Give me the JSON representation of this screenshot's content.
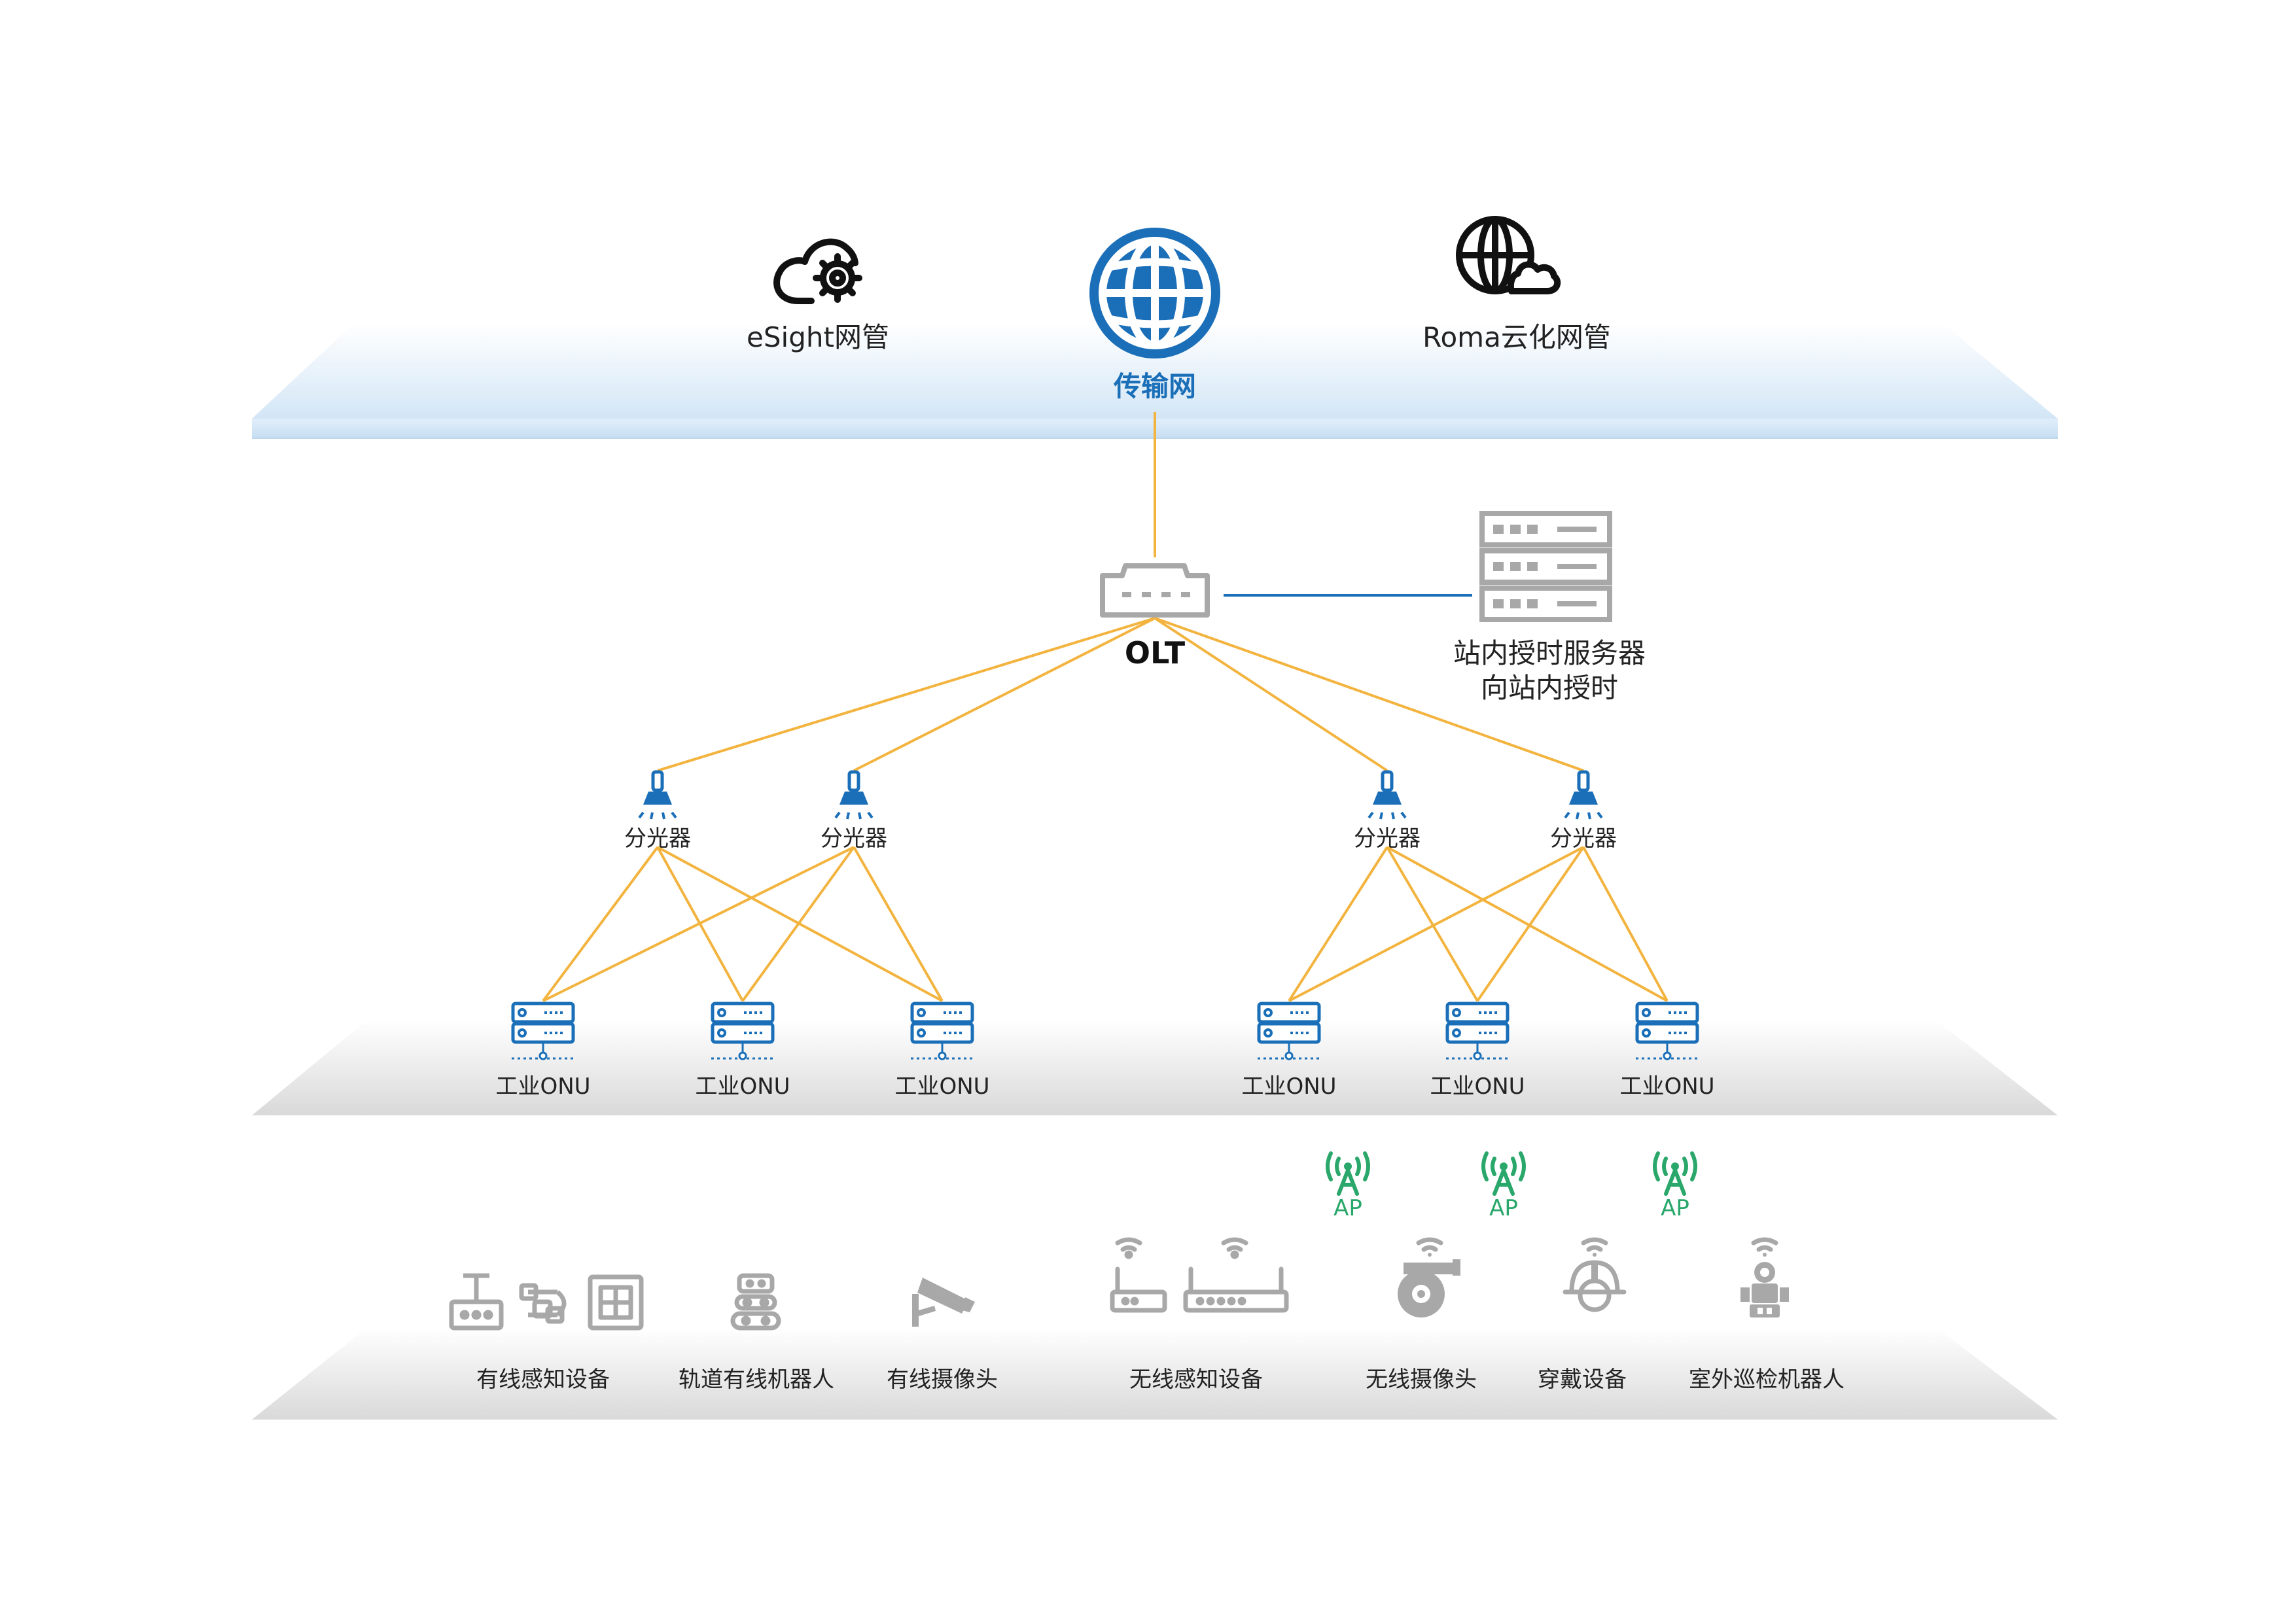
{
  "colors": {
    "link": "#f3b43f",
    "net_blue": "#1a6fb8",
    "device_gray": "#a8a8a8",
    "ap_green": "#2aa76a",
    "server_line": "#1a6fb8"
  },
  "top": {
    "esight_label": "eSight网管",
    "network_label": "传输网",
    "roma_label": "Roma云化网管",
    "esight_icon": "cloud-gear-icon",
    "network_icon": "globe-icon",
    "roma_icon": "globe-cloud-icon"
  },
  "olt": {
    "label": "OLT",
    "icon": "olt-switch-icon"
  },
  "server": {
    "label_line1": "站内授时服务器",
    "label_line2": "向站内授时",
    "icon": "server-rack-icon"
  },
  "splitters": [
    {
      "label": "分光器"
    },
    {
      "label": "分光器"
    },
    {
      "label": "分光器"
    },
    {
      "label": "分光器"
    }
  ],
  "onus": [
    {
      "label": "工业ONU"
    },
    {
      "label": "工业ONU"
    },
    {
      "label": "工业ONU"
    },
    {
      "label": "工业ONU"
    },
    {
      "label": "工业ONU"
    },
    {
      "label": "工业ONU"
    }
  ],
  "aps": [
    {
      "label": "AP"
    },
    {
      "label": "AP"
    },
    {
      "label": "AP"
    }
  ],
  "devices": [
    {
      "label": "有线感知设备",
      "icon": "wired-sensor-icons"
    },
    {
      "label": "轨道有线机器人",
      "icon": "rail-robot-icon"
    },
    {
      "label": "有线摄像头",
      "icon": "wired-camera-icon"
    },
    {
      "label": "无线感知设备",
      "icon": "wireless-sensor-icons"
    },
    {
      "label": "无线摄像头",
      "icon": "wireless-camera-icon"
    },
    {
      "label": "穿戴设备",
      "icon": "wearable-helmet-icon"
    },
    {
      "label": "室外巡检机器人",
      "icon": "outdoor-robot-icon"
    }
  ]
}
